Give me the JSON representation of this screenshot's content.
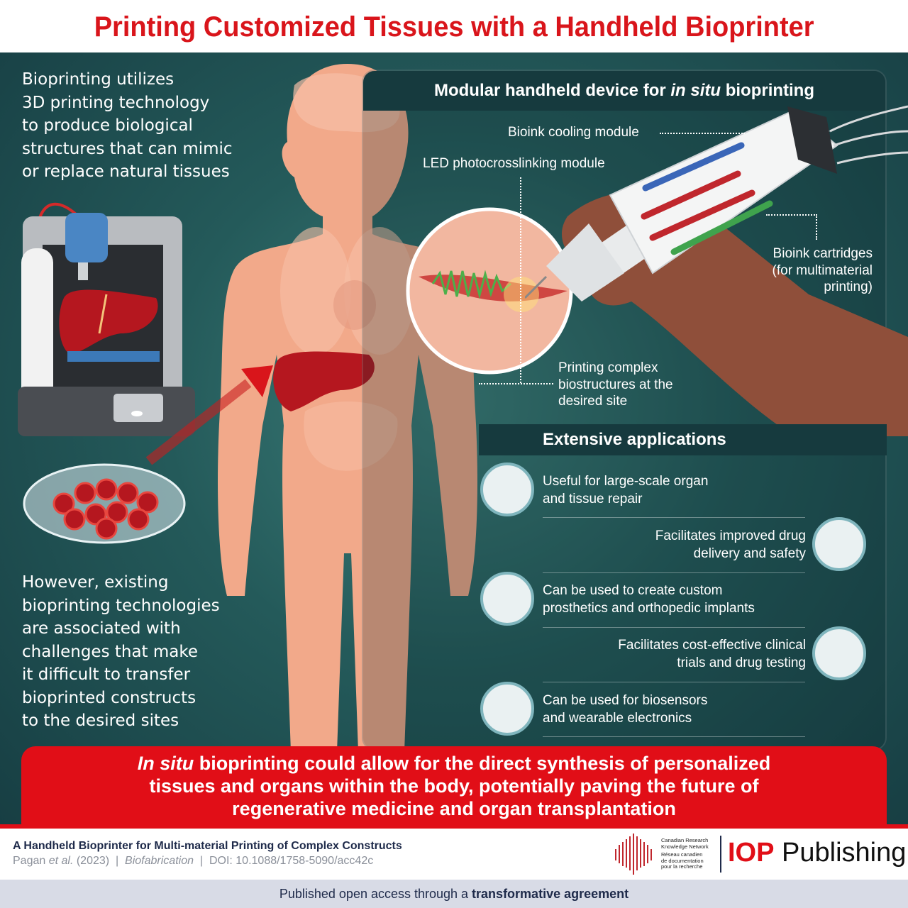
{
  "title": "Printing Customized Tissues with a Handheld Bioprinter",
  "intro": [
    "Bioprinting utilizes",
    "3D printing technology",
    "to produce biological",
    "structures that can mimic",
    "or replace natural tissues"
  ],
  "challenge": [
    "However, existing",
    "bioprinting technologies",
    "are associated with",
    "challenges that make",
    "it difficult to transfer",
    "bioprinted constructs",
    "to the desired sites"
  ],
  "device": {
    "heading_pre": "Modular handheld device for ",
    "heading_em": "in situ",
    "heading_post": " bioprinting",
    "cooling": "Bioink cooling module",
    "led": "LED photocrosslinking module",
    "cartridges": [
      "Bioink cartridges",
      "(for multimaterial",
      "printing)"
    ],
    "printing": [
      "Printing complex",
      "biostructures at the",
      "desired site"
    ]
  },
  "applications": {
    "heading": "Extensive applications",
    "items": [
      {
        "lines": [
          "Useful for large-scale organ",
          "and tissue repair"
        ],
        "icon": "organ-repair-icon"
      },
      {
        "lines": [
          "Facilitates improved drug",
          "delivery and safety"
        ],
        "icon": "drug-pills-icon"
      },
      {
        "lines": [
          "Can be used to create custom",
          "prosthetics and orthopedic implants"
        ],
        "icon": "hip-implant-icon"
      },
      {
        "lines": [
          "Facilitates cost-effective clinical",
          "trials and drug testing"
        ],
        "icon": "mouse-icon"
      },
      {
        "lines": [
          "Can be used for biosensors",
          "and wearable electronics"
        ],
        "icon": "wrist-sensor-icon"
      }
    ]
  },
  "banner": {
    "em": "In situ",
    "lines": [
      " bioprinting could allow for the direct synthesis of personalized",
      "tissues and organs within the body, potentially paving the future of",
      "regenerative medicine and organ transplantation"
    ]
  },
  "footer": {
    "ref_title": "A Handheld Bioprinter for Multi-material Printing of Complex Constructs",
    "authors": "Pagan ",
    "et_al": "et al.",
    "year": " (2023)  |  ",
    "journal": "Biofabrication",
    "doi": "  |  DOI: 10.1088/1758-5090/acc42c",
    "crkn": [
      "Canadian Research",
      "Knowledge Network",
      "Réseau canadien",
      "de documentation",
      "pour la recherche"
    ],
    "iop": "IOP",
    "publishing": " Publishing",
    "oa_pre": "Published open access through a ",
    "oa_bold": "transformative agreement"
  },
  "colors": {
    "title": "#d9151b",
    "banner": "#e10e17",
    "background": "#245a5a",
    "body": "#f2a98a",
    "liver": "#b5171f"
  }
}
